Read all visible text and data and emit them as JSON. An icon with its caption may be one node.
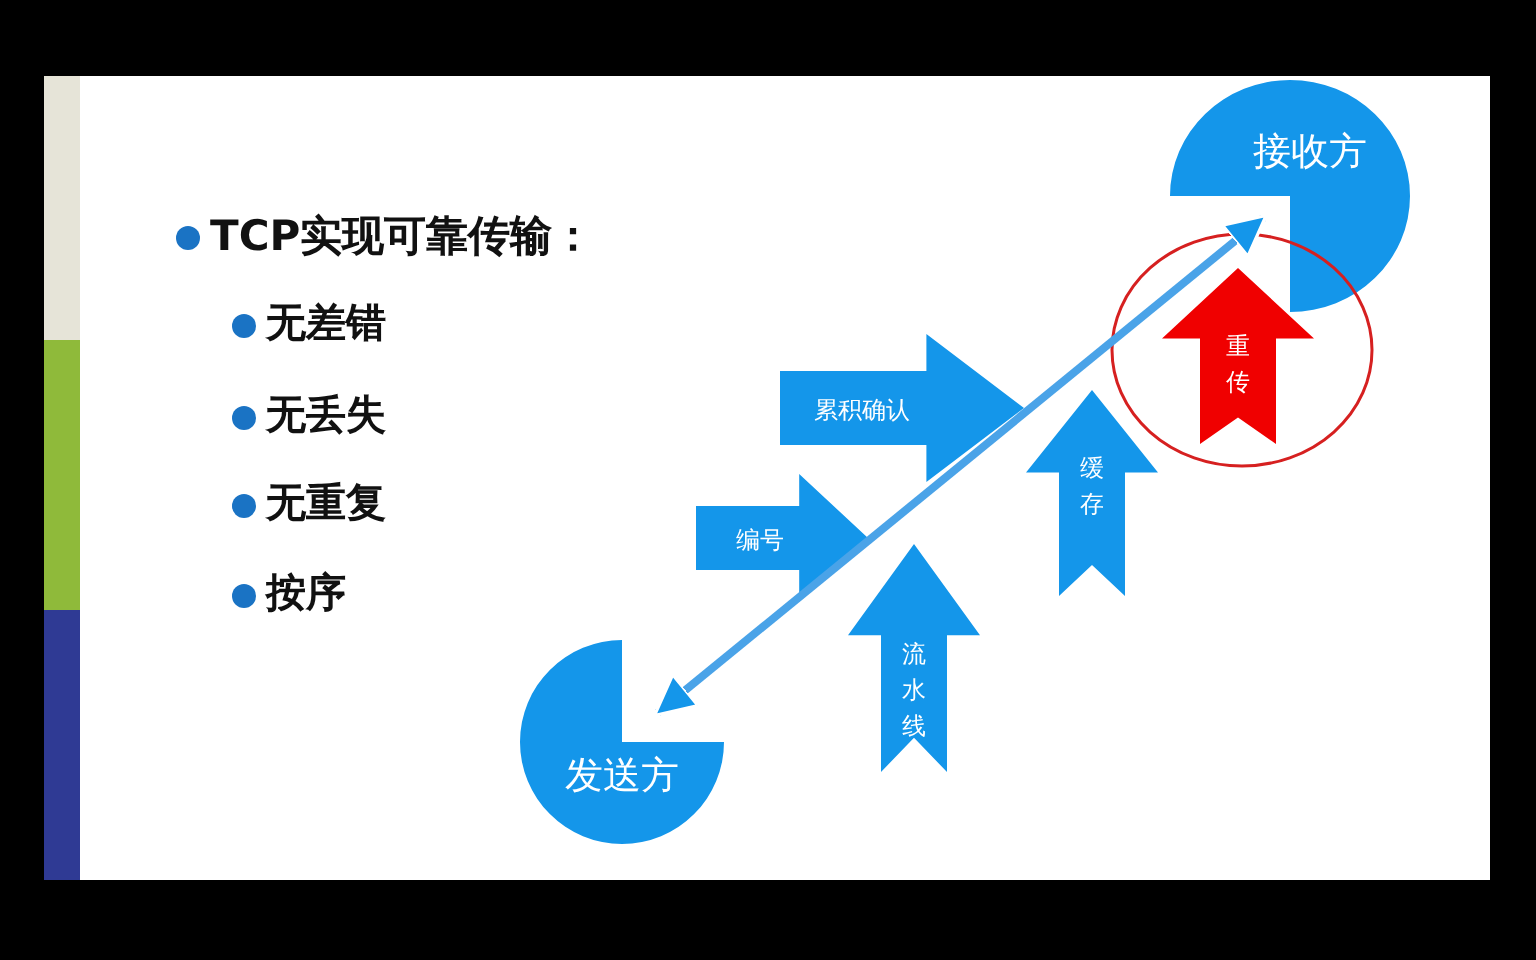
{
  "diagram": {
    "nodes": [
      {
        "text": [
          "发送方"
        ]
      },
      {
        "text": [
          "接收方"
        ]
      },
      {
        "text": [
          "编号"
        ]
      },
      {
        "text": [
          "累积确认"
        ]
      },
      {
        "text": [
          "流水线"
        ]
      },
      {
        "text": [
          "缓存"
        ]
      },
      {
        "text": [],
        "shape": "circle"
      },
      {
        "text": [
          "重传"
        ],
        "in": 6
      }
    ],
    "edges": [
      {
        "from": 0,
        "to": 1,
        "arrow": "both"
      }
    ],
    "labels": [
      "TCP实现可靠传输：",
      "无差错",
      "无丢失",
      "无重复",
      "按序"
    ]
  }
}
